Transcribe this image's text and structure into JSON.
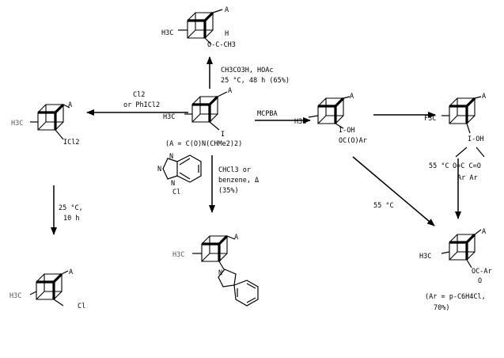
{
  "compounds": {
    "center": {
      "subst_A": "A",
      "subst_me": "H3C",
      "subst_i": "I",
      "caption": "(A = C(O)N(CHMe2)2)"
    },
    "top": {
      "subst_A": "A",
      "subst_me": "H3C",
      "subst_h": "H",
      "subst_ester": "O-C-CH3"
    },
    "left": {
      "subst_A": "A",
      "subst_me": "H3C",
      "subst_icl": "ICl2"
    },
    "bottom_left": {
      "subst_A": "A",
      "subst_me": "H3C",
      "subst_cl": "Cl"
    },
    "bottom_mid": {
      "subst_A": "A",
      "subst_me": "H3C",
      "subst_n": "N"
    },
    "mid_right": {
      "subst_A": "A",
      "subst_me": "H3C",
      "subst_oh": "I-OH",
      "subst_ar": "OC(O)Ar"
    },
    "right_top": {
      "subst_A": "A",
      "subst_me": "F3C",
      "subst_ioh": "I-OH",
      "subst_ester": "O=C  C=O",
      "subst_ar": "Ar  Ar"
    },
    "right_bottom": {
      "subst_A": "A",
      "subst_me": "H3C",
      "subst_ester": "OC-Ar",
      "subst_o": "O",
      "caption_line1": "(Ar = p-C6H4Cl,",
      "caption_line2": "70%)"
    }
  },
  "reagents": {
    "up": {
      "line1": "CH3CO3H, HOAc",
      "line2": "25 °C, 48 h (65%)"
    },
    "left": {
      "line1": "Cl2",
      "line2": "or PhICl2"
    },
    "right": {
      "line1": "MCPBA"
    },
    "down": {
      "line1": "CHCl3 or",
      "line2": "benzene, Δ",
      "line3": "(35%)"
    },
    "down_left": {
      "line1": "25 °C,",
      "line2": "10 h"
    },
    "right_down": {
      "line1": "55 °C"
    },
    "diag": {
      "line1": "55 °C"
    }
  },
  "benzotriazole_reagent": {
    "n1": "N",
    "n2": "N",
    "n3": "N",
    "sub": "Cl"
  }
}
